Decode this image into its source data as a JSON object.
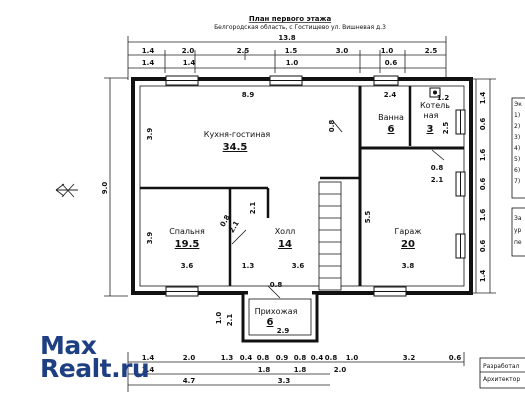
{
  "title": {
    "main": "План первого этажа",
    "address": "Белгородская область, с Гостищево ул. Вишневая д.3"
  },
  "rooms": {
    "kitchen": {
      "name": "Кухня-гостиная",
      "area": "34.5"
    },
    "bath": {
      "name": "Ванна",
      "area": "6"
    },
    "boiler": {
      "name_line1": "Котель",
      "name_line2": "ная",
      "area": "3"
    },
    "bedroom": {
      "name": "Спальня",
      "area": "19.5"
    },
    "hall": {
      "name": "Холл",
      "area": "14"
    },
    "garage": {
      "name": "Гараж",
      "area": "20"
    },
    "entrance": {
      "name": "Прихожая",
      "area": "6"
    }
  },
  "dimensions": {
    "top_total": "13.8",
    "top_row1": [
      "1.4",
      "2.0",
      "2.5",
      "1.5",
      "3.0",
      "1.0",
      "2.5"
    ],
    "top_row2": [
      "1.4",
      "1.4",
      "1.0",
      "0.6"
    ],
    "left_total": "9.0",
    "interior": {
      "kitchen_width": "8.9",
      "kitchen_depth": "3.9",
      "bath_width": "2.4",
      "boiler_width": "1.2",
      "boiler_depth": "2.5",
      "bath_door": "0.8",
      "boiler_door": "0.8",
      "boiler_side": "2.1",
      "bedroom_depth": "3.9",
      "bedroom_width": "3.6",
      "hall_width_a": "1.3",
      "hall_width_b": "3.6",
      "garage_depth": "5.5",
      "garage_width": "3.8",
      "door_a": "0.8",
      "door_b": "2.1",
      "door_c": "2.1",
      "door_d": "0.8",
      "entrance_width": "2.9",
      "entrance_side": "1.0",
      "entrance_door": "2.1"
    },
    "right_side": [
      "1.4",
      "0.6",
      "1.6",
      "0.6",
      "1.6",
      "0.6",
      "1.4"
    ],
    "bottom_row1": [
      "1.4",
      "2.0",
      "1.3",
      "0.4",
      "0.8",
      "0.9",
      "0.8",
      "0.4",
      "0.8",
      "1.0",
      "3.2",
      "0.6"
    ],
    "bottom_row2": [
      "1.4",
      "1.8",
      "1.8",
      "2.0"
    ],
    "bottom_row3": [
      "4.7",
      "3.3"
    ]
  },
  "side_panel": {
    "head": "Эк",
    "items": [
      "1)",
      "2)",
      "3)",
      "4)",
      "5)",
      "6)",
      "7)"
    ],
    "notes": [
      "За",
      "ур",
      "пе"
    ],
    "developer": "Разработал",
    "architect": "Архитектор"
  },
  "watermark": {
    "line1": "Max",
    "line2": "Realt.ru",
    "color": "#1f3f83"
  }
}
